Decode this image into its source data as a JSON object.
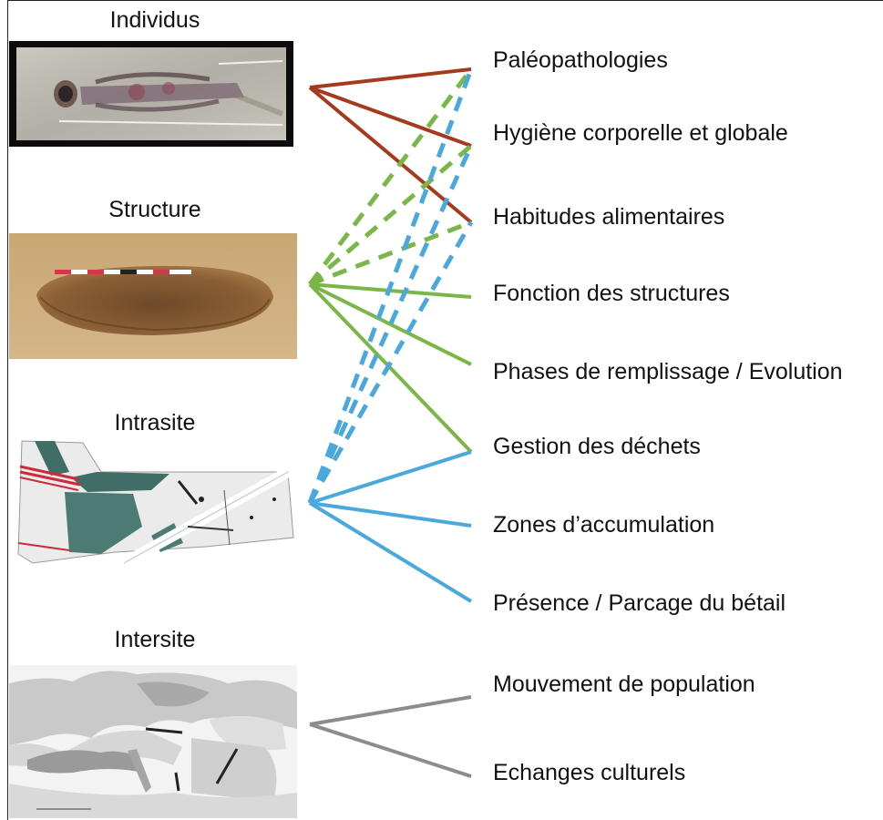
{
  "scales": [
    {
      "id": "individus",
      "label": "Individus"
    },
    {
      "id": "structure",
      "label": "Structure"
    },
    {
      "id": "intrasite",
      "label": "Intrasite"
    },
    {
      "id": "intersite",
      "label": "Intersite"
    }
  ],
  "themes": [
    {
      "id": "paleopathologies",
      "label": "Paléopathologies"
    },
    {
      "id": "hygiene",
      "label": "Hygiène corporelle et globale"
    },
    {
      "id": "habitudes",
      "label": "Habitudes alimentaires"
    },
    {
      "id": "fonction",
      "label": "Fonction des structures"
    },
    {
      "id": "phases",
      "label": "Phases de remplissage / Evolution"
    },
    {
      "id": "gestion",
      "label": "Gestion des déchets"
    },
    {
      "id": "zones",
      "label": "Zones d’accumulation"
    },
    {
      "id": "presence",
      "label": "Présence / Parcage du bétail"
    },
    {
      "id": "mouvement",
      "label": "Mouvement de population"
    },
    {
      "id": "echanges",
      "label": "Echanges culturels"
    }
  ],
  "links": [
    {
      "from": "individus",
      "to": "paleopathologies",
      "style": "solid",
      "color": "#a63a1e"
    },
    {
      "from": "individus",
      "to": "hygiene",
      "style": "solid",
      "color": "#a63a1e"
    },
    {
      "from": "individus",
      "to": "habitudes",
      "style": "solid",
      "color": "#a63a1e"
    },
    {
      "from": "structure",
      "to": "paleopathologies",
      "style": "dashed",
      "color": "#7ab648"
    },
    {
      "from": "structure",
      "to": "hygiene",
      "style": "dashed",
      "color": "#7ab648"
    },
    {
      "from": "structure",
      "to": "habitudes",
      "style": "dashed",
      "color": "#7ab648"
    },
    {
      "from": "structure",
      "to": "fonction",
      "style": "solid",
      "color": "#7ab648"
    },
    {
      "from": "structure",
      "to": "phases",
      "style": "solid",
      "color": "#7ab648"
    },
    {
      "from": "structure",
      "to": "gestion",
      "style": "solid",
      "color": "#7ab648"
    },
    {
      "from": "intrasite",
      "to": "paleopathologies",
      "style": "dashed",
      "color": "#4aa8dc"
    },
    {
      "from": "intrasite",
      "to": "hygiene",
      "style": "dashed",
      "color": "#4aa8dc"
    },
    {
      "from": "intrasite",
      "to": "habitudes",
      "style": "dashed",
      "color": "#4aa8dc"
    },
    {
      "from": "intrasite",
      "to": "gestion",
      "style": "solid",
      "color": "#4aa8dc"
    },
    {
      "from": "intrasite",
      "to": "zones",
      "style": "solid",
      "color": "#4aa8dc"
    },
    {
      "from": "intrasite",
      "to": "presence",
      "style": "solid",
      "color": "#4aa8dc"
    },
    {
      "from": "intersite",
      "to": "mouvement",
      "style": "solid",
      "color": "#8c8c8c"
    },
    {
      "from": "intersite",
      "to": "echanges",
      "style": "solid",
      "color": "#8c8c8c"
    }
  ]
}
